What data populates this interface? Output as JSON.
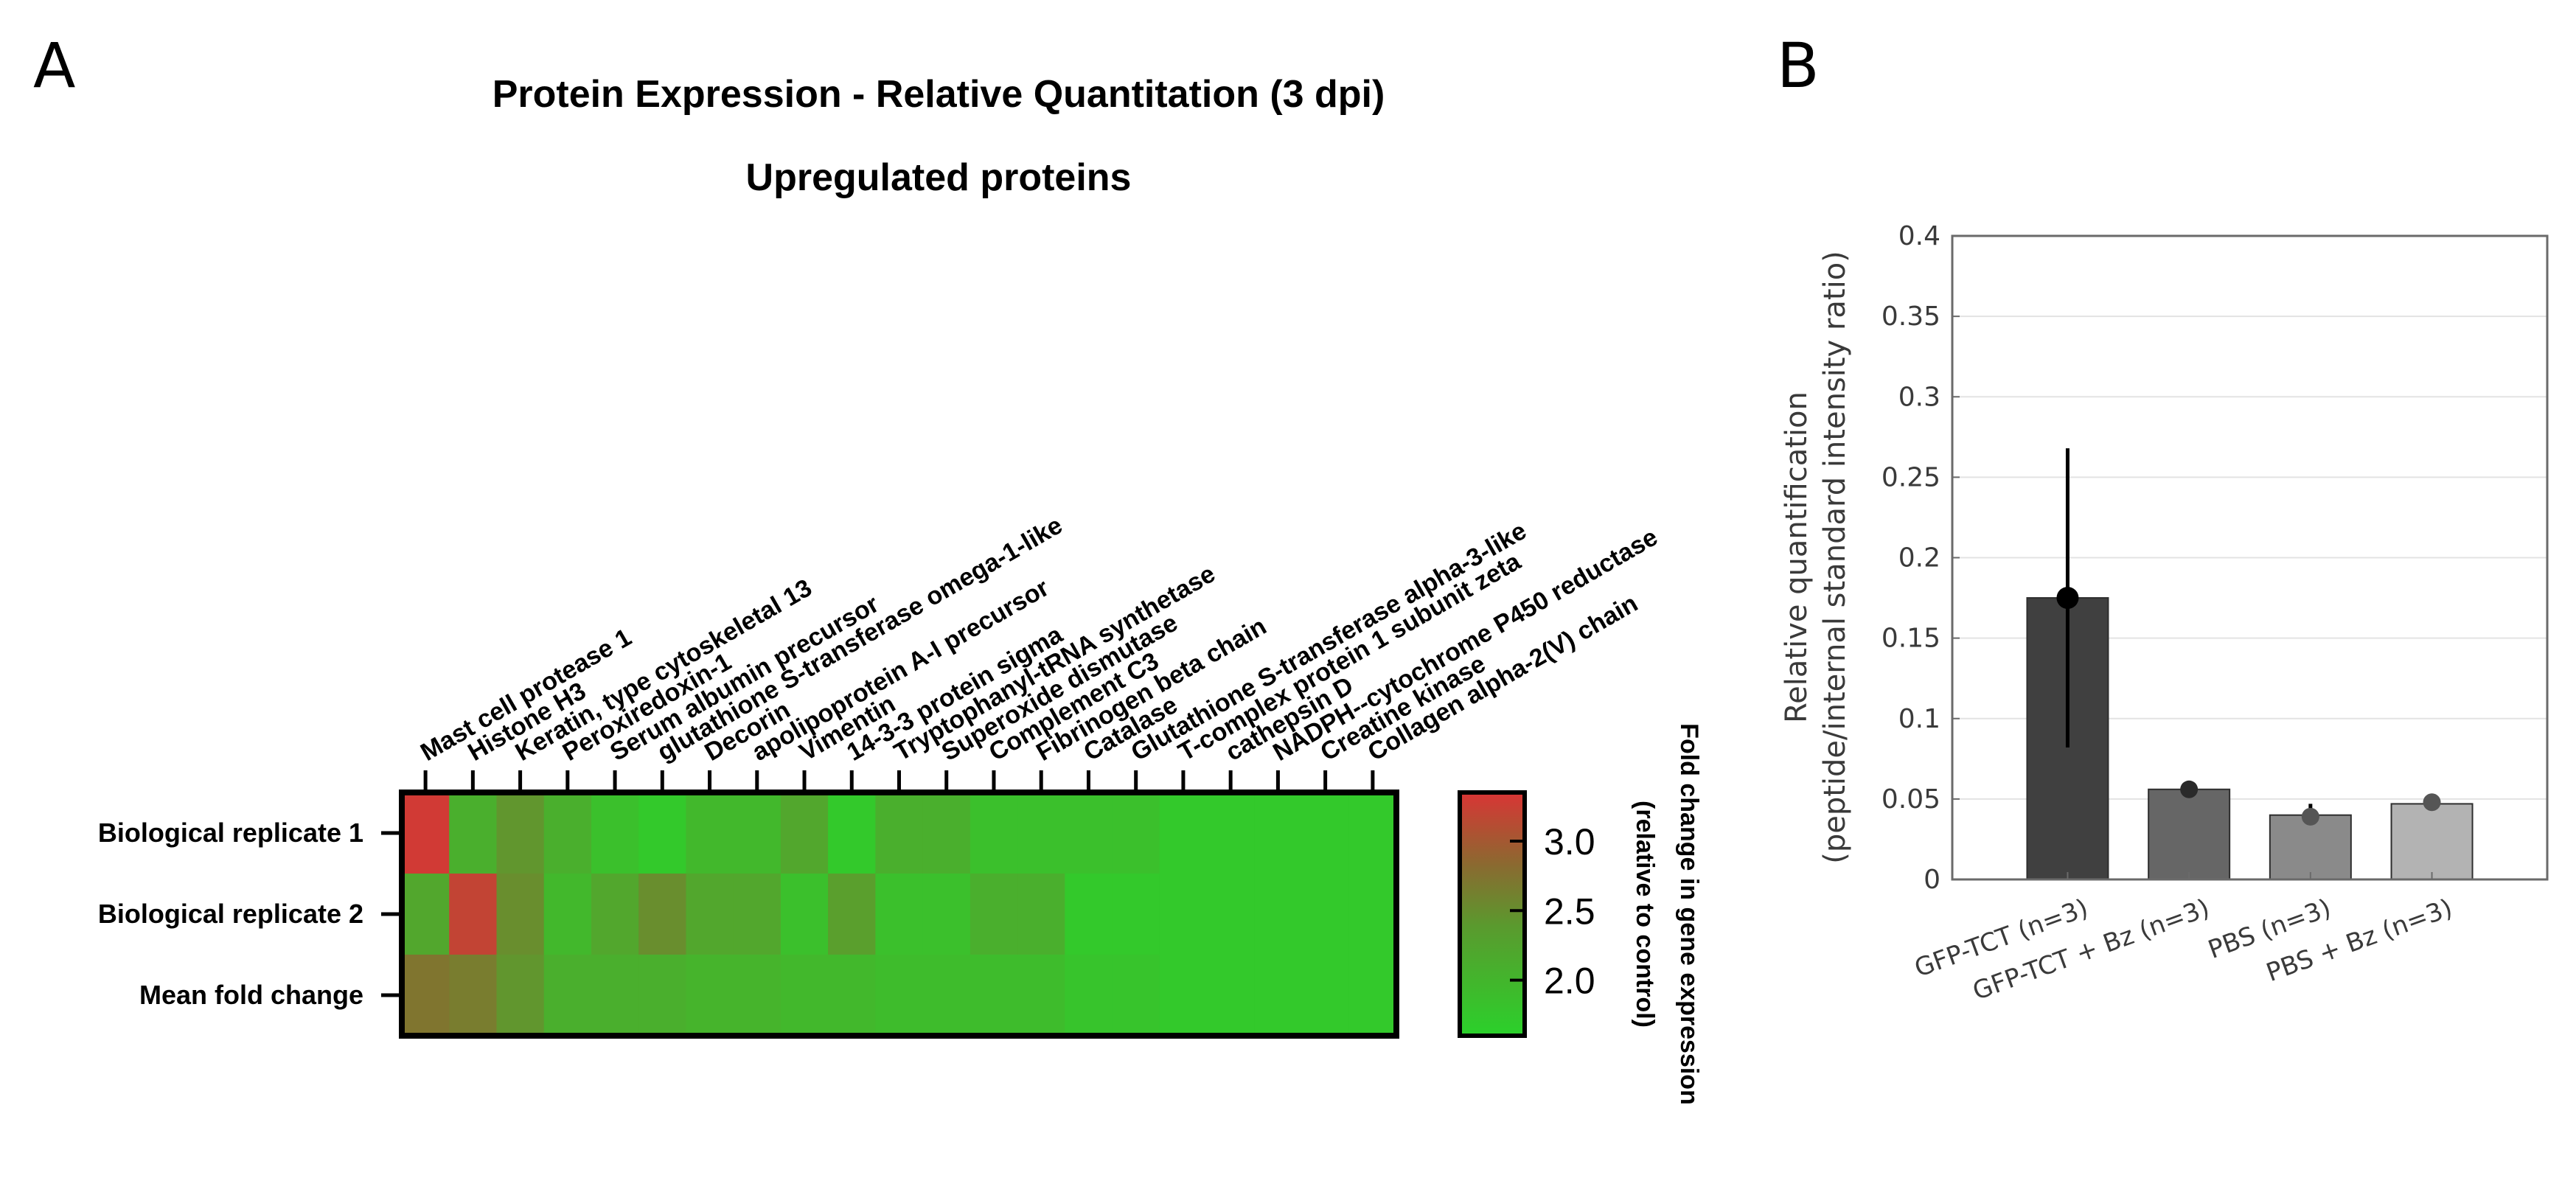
{
  "panel_a": {
    "letter": "A",
    "title": "Protein Expression - Relative Quantitation  (3 dpi)",
    "subtitle": "Upregulated proteins",
    "colorbar": {
      "label_line1": "Fold change in gene expression",
      "label_line2": "(relative to control)",
      "ticks": [
        "3.0",
        "2.5",
        "2.0"
      ],
      "tick_values": [
        3.0,
        2.5,
        2.0
      ],
      "low_color": "#2bd12b",
      "high_color": "#d93535"
    }
  },
  "panel_b": {
    "letter": "B"
  },
  "chart_data": [
    {
      "type": "heatmap",
      "title": "Protein Expression - Relative Quantitation  (3 dpi)",
      "subtitle": "Upregulated proteins",
      "rows": [
        "Biological replicate 1",
        "Biological replicate 2",
        "Mean fold change"
      ],
      "columns": [
        "Mast cell protease 1",
        "Histone H3",
        "Keratin, type cytoskeletal 13",
        "Peroxiredoxin-1",
        "Serum albumin precursor",
        "glutathione S-transferase omega-1-like",
        "Decorin",
        "apolipoprotein A-I precursor",
        "Vimentin",
        "14-3-3 protein sigma",
        "Tryptophanyl-tRNA synthetase",
        "Superoxide dismutase",
        "Complement C3",
        "Fibrinogen beta chain",
        "Catalase",
        "Glutathione S-transferase alpha-3-like",
        "T-complex protein 1 subunit zeta",
        "cathepsin D",
        "NADPH--cytochrome P450 reductase",
        "Creatine kinase",
        "Collagen alpha-2(V) chain"
      ],
      "values": [
        [
          3.3,
          2.0,
          2.3,
          2.0,
          1.8,
          1.7,
          1.9,
          1.9,
          2.1,
          1.7,
          2.0,
          2.0,
          1.8,
          1.8,
          1.8,
          1.8,
          1.7,
          1.7,
          1.7,
          1.7,
          1.7
        ],
        [
          2.1,
          3.2,
          2.4,
          1.9,
          2.1,
          2.4,
          2.1,
          2.1,
          1.8,
          2.2,
          1.8,
          1.8,
          2.0,
          2.0,
          1.7,
          1.7,
          1.7,
          1.7,
          1.7,
          1.7,
          1.7
        ],
        [
          2.7,
          2.6,
          2.3,
          2.0,
          2.0,
          2.0,
          1.95,
          1.95,
          1.9,
          1.9,
          1.85,
          1.85,
          1.85,
          1.85,
          1.75,
          1.75,
          1.7,
          1.7,
          1.7,
          1.7,
          1.7
        ]
      ],
      "colorbar_range": [
        1.6,
        3.35
      ],
      "colorbar_ticks": [
        2.0,
        2.5,
        3.0
      ],
      "colorbar_label": "Fold change in gene expression (relative to control)"
    },
    {
      "type": "bar",
      "categories": [
        "GFP-TCT (n=3)",
        "GFP-TCT + Bz (n=3)",
        "PBS (n=3)",
        "PBS + Bz (n=3)"
      ],
      "values": [
        0.175,
        0.056,
        0.04,
        0.047
      ],
      "error_low": [
        0.082,
        0.052,
        0.034,
        0.045
      ],
      "error_high": [
        0.268,
        0.06,
        0.047,
        0.05
      ],
      "point_values": [
        0.175,
        0.056,
        0.039,
        0.048
      ],
      "bar_colors": [
        "#404040",
        "#666666",
        "#8a8a8a",
        "#b3b3b3"
      ],
      "ylabel": "Relative quantification\n(peptide/internal standard intensity ratio)",
      "ylabel_line1": "Relative quantification",
      "ylabel_line2": "(peptide/internal standard intensity ratio)",
      "xlabel": "",
      "ylim": [
        0,
        0.4
      ],
      "yticks": [
        0,
        0.05,
        0.1,
        0.15,
        0.2,
        0.25,
        0.3,
        0.35,
        0.4
      ],
      "ytick_labels": [
        "0",
        "0.05",
        "0.1",
        "0.15",
        "0.2",
        "0.25",
        "0.3",
        "0.35",
        "0.4"
      ],
      "grid": true
    }
  ]
}
